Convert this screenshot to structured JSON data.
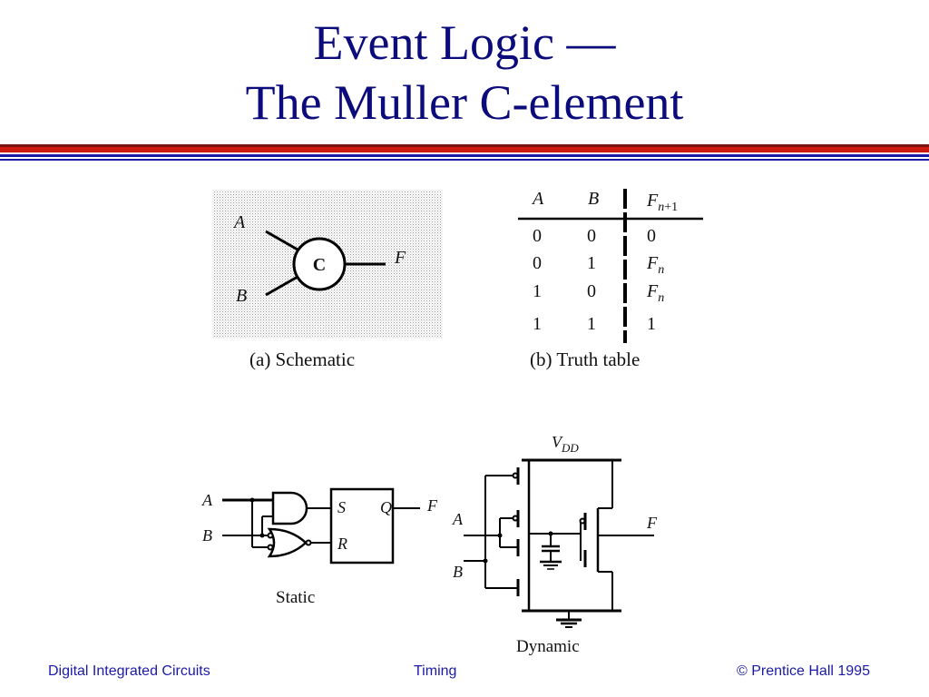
{
  "title": {
    "line1": "Event Logic —",
    "line2": "The Muller C-element"
  },
  "colors": {
    "title": "#0b0b7c",
    "rule_red": "#cc1a12",
    "rule_dark_red": "#7a1410",
    "rule_blue": "#1a1aa8",
    "footer_text": "#1a1aa8"
  },
  "schematic": {
    "input_a": "A",
    "input_b": "B",
    "gate": "C",
    "output": "F",
    "caption": "(a) Schematic"
  },
  "truth_table": {
    "headers": {
      "a": "A",
      "b": "B",
      "f_base": "F",
      "f_sub": "n+1"
    },
    "rows": [
      {
        "a": "0",
        "b": "0",
        "f_base": "0",
        "f_sub": ""
      },
      {
        "a": "0",
        "b": "1",
        "f_base": "F",
        "f_sub": "n"
      },
      {
        "a": "1",
        "b": "0",
        "f_base": "F",
        "f_sub": "n"
      },
      {
        "a": "1",
        "b": "1",
        "f_base": "1",
        "f_sub": ""
      }
    ],
    "caption": "(b) Truth table"
  },
  "static_circuit": {
    "input_a": "A",
    "input_b": "B",
    "set_pin": "S",
    "reset_pin": "R",
    "q_pin": "Q",
    "output": "F",
    "caption": "Static"
  },
  "dynamic_circuit": {
    "vdd_base": "V",
    "vdd_sub": "DD",
    "input_a": "A",
    "input_b": "B",
    "output": "F",
    "caption": "Dynamic"
  },
  "footer": {
    "left": "Digital Integrated Circuits",
    "center": "Timing",
    "right": "© Prentice Hall 1995"
  }
}
